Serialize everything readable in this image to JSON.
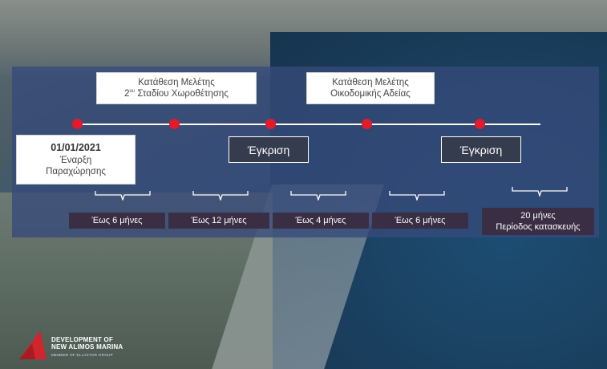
{
  "milestones": [
    {
      "date": "01/01/2021",
      "label_lines": [
        "Έναρξη",
        "Παραχώρησης"
      ]
    },
    {
      "label_line1": "Κατάθεση Μελέτης",
      "label_line2_prefix": "2",
      "label_line2_sup": "ου",
      "label_line2_rest": " Σταδίου Χωροθέτησης"
    },
    {
      "label": "Έγκριση"
    },
    {
      "label_line1": "Κατάθεση Μελέτης",
      "label_line2": "Οικοδομικής Αδείας"
    },
    {
      "label": "Έγκριση"
    }
  ],
  "durations": [
    {
      "label": "Έως 6 μήνες"
    },
    {
      "label": "Έως 12 μήνες"
    },
    {
      "label": "Έως 4 μήνες"
    },
    {
      "label": "Έως 6 μήνες"
    },
    {
      "label_line1": "20 μήνες",
      "label_line2": "Περίοδος κατασκευής"
    }
  ],
  "logo": {
    "line1": "DEVELOPMENT OF",
    "line2": "NEW ALIMOS MARINA",
    "sub": "MEMBER OF ELLAKTOR GROUP"
  },
  "colors": {
    "accent_dot": "#e3192c",
    "overlay": "#364a7a",
    "duration_box": "#3a2e45",
    "approval_box": "#353c4d"
  }
}
